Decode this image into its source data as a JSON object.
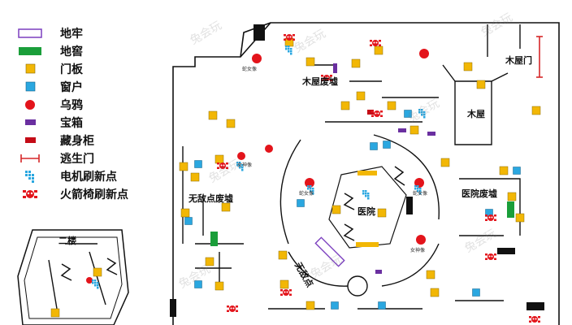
{
  "legend": {
    "items": [
      {
        "label": "地牢",
        "icon": "dungeon-rect"
      },
      {
        "label": "地窖",
        "icon": "cellar-rect"
      },
      {
        "label": "门板",
        "icon": "pallet-square"
      },
      {
        "label": "窗户",
        "icon": "window-square"
      },
      {
        "label": "乌鸦",
        "icon": "crow-dot"
      },
      {
        "label": "宝箱",
        "icon": "chest-bar"
      },
      {
        "label": "藏身柜",
        "icon": "locker-bar"
      },
      {
        "label": "逃生门",
        "icon": "exit-gate"
      },
      {
        "label": "电机刷新点",
        "icon": "generator-spawn-icon"
      },
      {
        "label": "火箭椅刷新点",
        "icon": "rocket-chair-spawn-icon"
      }
    ]
  },
  "colors": {
    "dungeon": "#7b3fbf",
    "cellar": "#1a9e3a",
    "pallet": "#f2b705",
    "window": "#2aa7e0",
    "crow": "#e3141b",
    "chest": "#6a2fa0",
    "locker": "#c40b16",
    "exit": "#d62728",
    "generator": "#2aa7e0",
    "chair": "#e3141b"
  },
  "map": {
    "labels": {
      "second_floor": "二楼",
      "wooden_ruins": "木屋废墟",
      "wooden_house": "木屋",
      "wooden_door": "木屋门",
      "no_enemy_ruins": "无敌点废墟",
      "hospital": "医院",
      "hospital_ruins": "医院废墟",
      "no_enemy_point": "无敌点"
    },
    "statues": {
      "snake_a": "蛇女像",
      "goddess_a": "女神像",
      "snake_b": "蛇女像",
      "snake_c": "蛇女像",
      "goddess_b": "女神像"
    },
    "watermark": "兔会玩"
  }
}
